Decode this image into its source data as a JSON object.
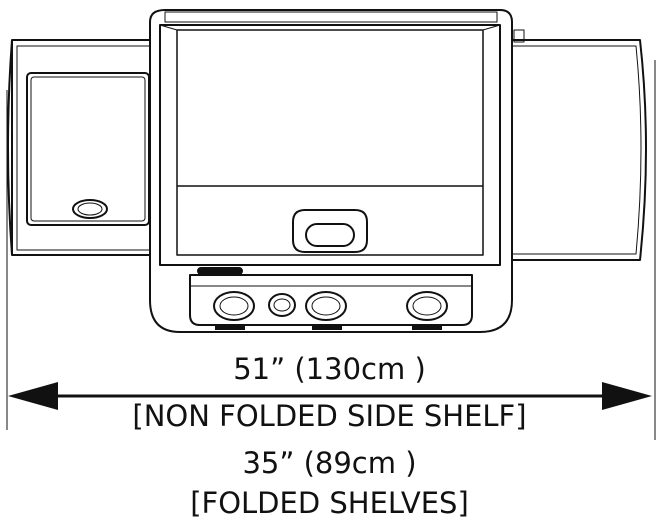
{
  "dimensions": {
    "width_label": "51” (130cm )",
    "width_note": "[NON FOLDED SIDE SHELF]",
    "folded_label": "35” (89cm )",
    "folded_note": "[FOLDED SHELVES]"
  }
}
